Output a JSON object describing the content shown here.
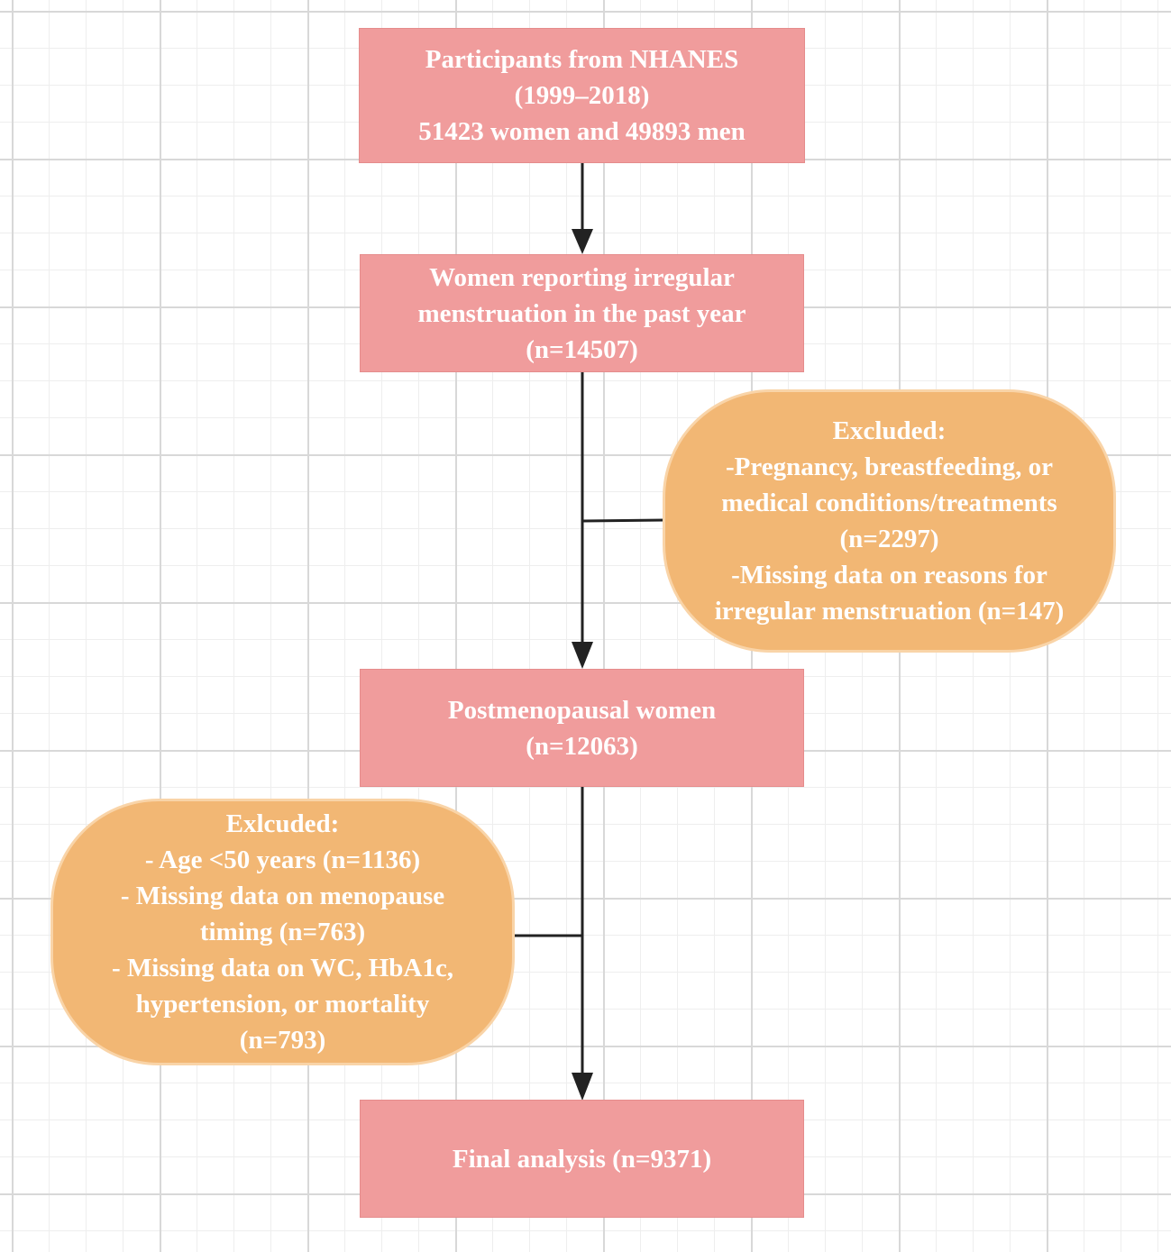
{
  "colors": {
    "main_box_fill": "#f09c9c",
    "exclusion_box_fill": "#f2b774",
    "text": "#ffffff",
    "connector": "#222222"
  },
  "boxes": {
    "participants": {
      "lines": [
        "Participants from NHANES",
        "(1999–2018)",
        "51423 women and 49893 men"
      ]
    },
    "irregular": {
      "lines": [
        "Women reporting irregular",
        "menstruation in the past year",
        "(n=14507)"
      ]
    },
    "exclusion_1": {
      "lines": [
        "Excluded:",
        "-Pregnancy, breastfeeding, or",
        "medical conditions/treatments",
        "(n=2297)",
        "-Missing data on reasons for",
        "irregular menstruation (n=147)"
      ]
    },
    "postmenopausal": {
      "lines": [
        "Postmenopausal women",
        "(n=12063)"
      ]
    },
    "exclusion_2": {
      "lines": [
        "Exlcuded:",
        "- Age <50 years (n=1136)",
        "- Missing data on menopause",
        "timing (n=763)",
        "- Missing data on WC, HbA1c,",
        "hypertension, or mortality",
        "(n=793)"
      ]
    },
    "final": {
      "lines": [
        "Final analysis (n=9371)"
      ]
    }
  }
}
